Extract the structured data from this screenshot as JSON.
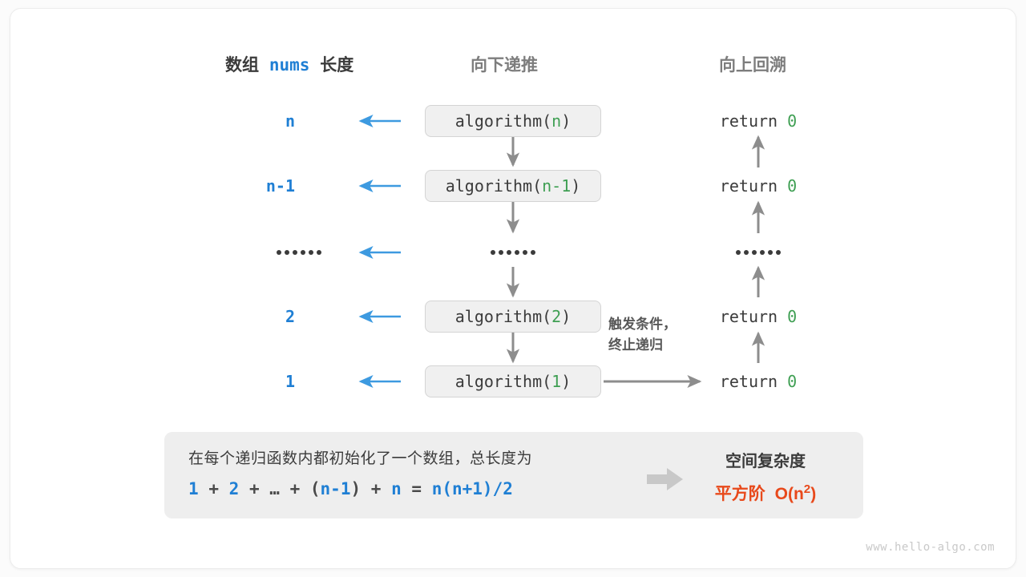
{
  "headers": {
    "left_prefix": "数组",
    "left_code": "nums",
    "left_suffix": "长度",
    "middle": "向下递推",
    "right": "向上回溯"
  },
  "rows": [
    {
      "length": "n",
      "call_prefix": "algorithm(",
      "call_arg": "n",
      "call_suffix": ")",
      "ret_text": "return",
      "ret_value": "0",
      "is_dots": false
    },
    {
      "length": "n-1",
      "call_prefix": "algorithm(",
      "call_arg": "n-1",
      "call_suffix": ")",
      "ret_text": "return",
      "ret_value": "0",
      "is_dots": false
    },
    {
      "length": "",
      "call_prefix": "",
      "call_arg": "",
      "call_suffix": "",
      "ret_text": "",
      "ret_value": "",
      "is_dots": true
    },
    {
      "length": "2",
      "call_prefix": "algorithm(",
      "call_arg": "2",
      "call_suffix": ")",
      "ret_text": "return",
      "ret_value": "0",
      "is_dots": false
    },
    {
      "length": "1",
      "call_prefix": "algorithm(",
      "call_arg": "1",
      "call_suffix": ")",
      "ret_text": "return",
      "ret_value": "0",
      "is_dots": false
    }
  ],
  "note": {
    "line1": "触发条件，",
    "line2": "终止递归"
  },
  "summary": {
    "description": "在每个递归函数内都初始化了一个数组，总长度为",
    "formula": {
      "t1": "1",
      "op1": "+",
      "t2": "2",
      "op2": "+",
      "t3": "…",
      "op3": "+",
      "paren_open": "(",
      "t4": "n-1",
      "paren_close": ")",
      "op4": "+",
      "t5": "n",
      "eq": "=",
      "result": "n(n+1)/2"
    },
    "title": "空间复杂度",
    "value_label": "平方阶",
    "value_expr": "O(n",
    "value_exp": "2",
    "value_close": ")"
  },
  "watermark": "www.hello-algo.com",
  "colors": {
    "blue": "#1f7fd4",
    "green": "#3f9f53",
    "orange": "#e8491b",
    "dark": "#3b3b3b",
    "muted": "#7d7d7d",
    "box_fill": "#f0f0f0",
    "panel_fill": "#eeeeee",
    "arrow_gray": "#8d8d8d"
  }
}
